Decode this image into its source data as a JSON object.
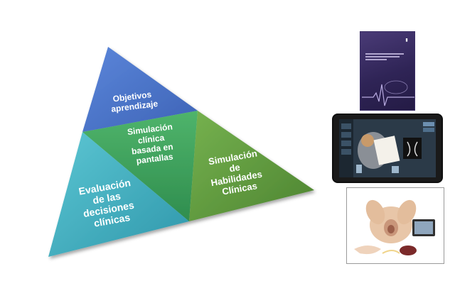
{
  "colors": {
    "top": "#4a74c8",
    "center": "#3fa35e",
    "left": "#47b4c4",
    "right": "#5e9a3e"
  },
  "pyramid": {
    "top_label": [
      "Objetivos",
      "aprendizaje"
    ],
    "center_label": [
      "Simulación",
      "clínica",
      "basada en",
      "pantallas"
    ],
    "left_label": [
      "Evaluación",
      "de las",
      "decisiones",
      "clínicas"
    ],
    "right_label": [
      "Simulación",
      "de",
      "Habilidades",
      "Clínicas"
    ]
  },
  "images": {
    "book": {
      "icon": "book-cover-icon"
    },
    "tablet": {
      "icon": "tablet-app-icon"
    },
    "manikin": {
      "icon": "birth-manikin-icon"
    }
  }
}
